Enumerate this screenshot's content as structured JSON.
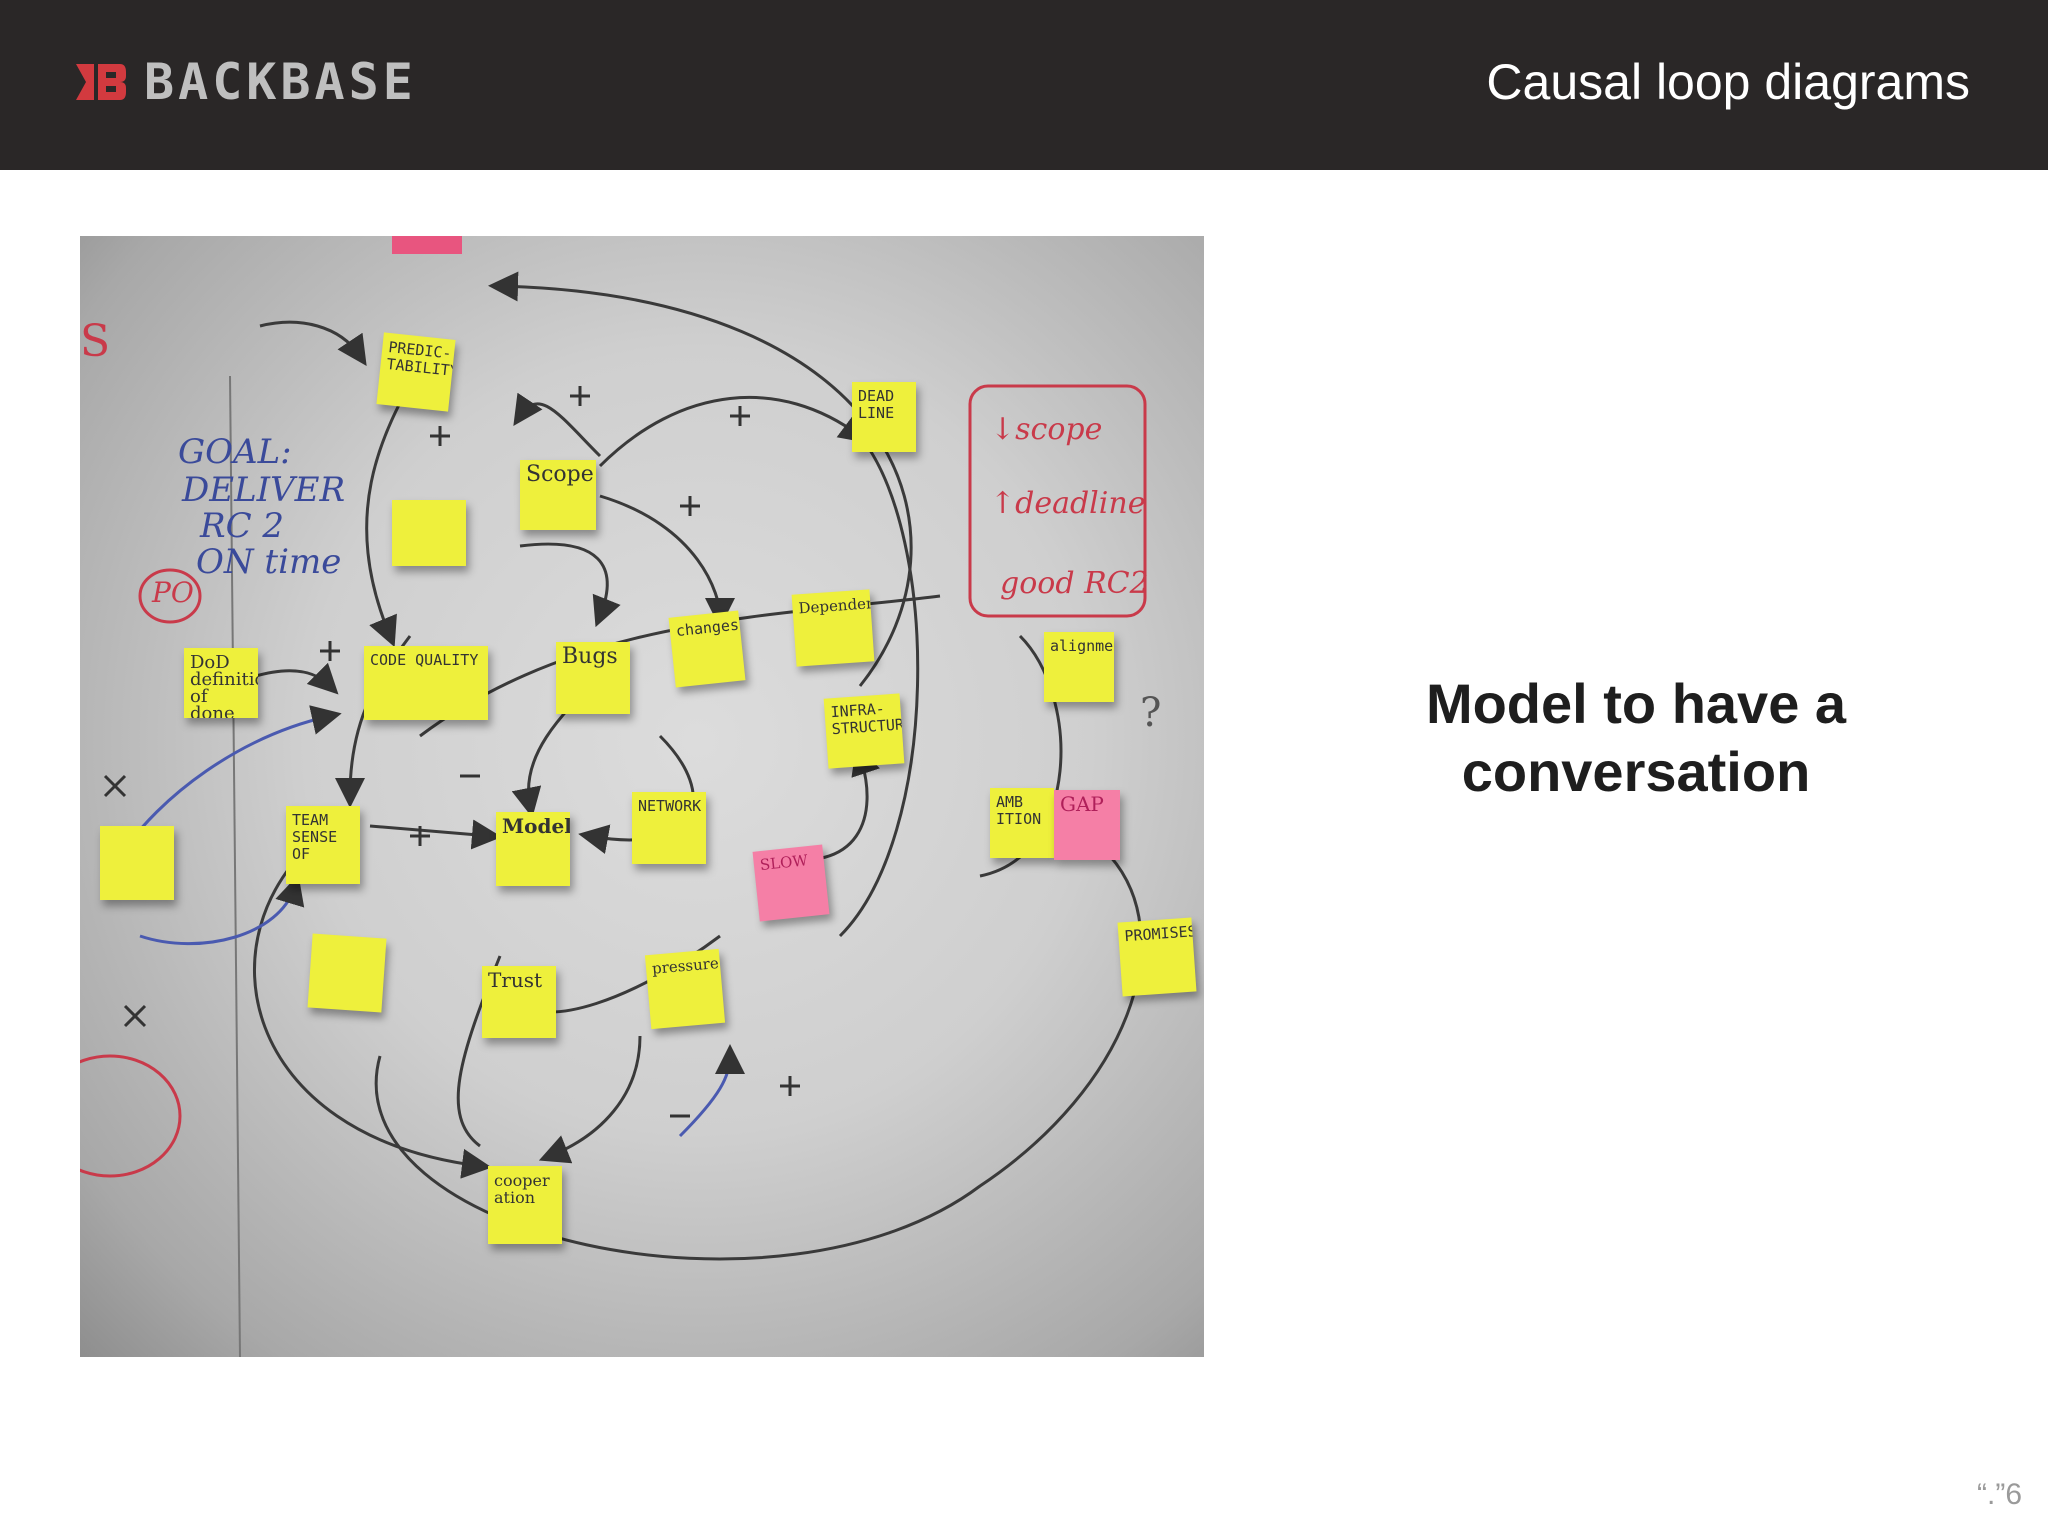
{
  "header": {
    "logo_text": "BACKBASE",
    "title": "Causal loop diagrams"
  },
  "photo": {
    "goal_lines": [
      "GOAL:",
      "DELIVER",
      "RC 2",
      "ON time"
    ],
    "box_lines": [
      "↓scope",
      "↑deadline",
      "good RC2"
    ],
    "notes": {
      "predictability": "PREDIC-TABILITY",
      "deadline": "DEAD LINE",
      "scope": "Scope",
      "dod": "DoD definition of done",
      "code_quality": "CODE QUALITY",
      "bugs": "Bugs",
      "changes": "changes",
      "dependence": "Dependence",
      "alignment": "alignment",
      "infrastructure": "INFRA-STRUCTURE",
      "team_sense": "TEAM SENSE OF",
      "model": "Model",
      "network": "NETWORK",
      "slow": "SLOW",
      "ambition": "AMB ITION",
      "gap": "GAP",
      "trust": "Trust",
      "pressure": "pressure",
      "cooperation": "cooper ation",
      "promises": "PROMISES",
      "po": "PO"
    }
  },
  "content": {
    "subtitle": "Model to have a conversation"
  },
  "footer": {
    "page_number": "“.”6"
  },
  "colors": {
    "header_bg": "#2a2727",
    "logo_mark": "#d23a3f",
    "sticky_yellow": "#eef03c",
    "sticky_pink": "#f57fa6"
  }
}
